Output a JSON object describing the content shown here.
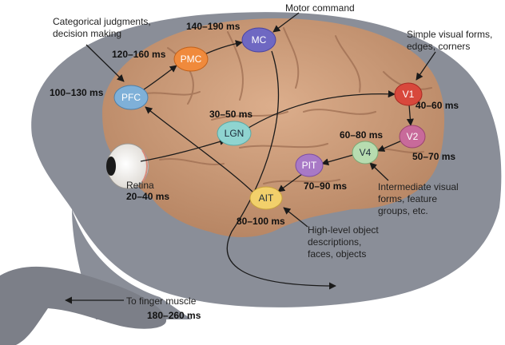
{
  "diagram": {
    "nodes": {
      "pfc": {
        "label": "PFC",
        "time": "100–130 ms",
        "color": "#7fb0d8"
      },
      "pmc": {
        "label": "PMC",
        "time": "120–160 ms",
        "color": "#f08a3c"
      },
      "mc": {
        "label": "MC",
        "time": "140–190 ms",
        "color": "#6f68c2"
      },
      "lgn": {
        "label": "LGN",
        "time": "30–50 ms",
        "color": "#8fd4d0"
      },
      "v1": {
        "label": "V1",
        "time": "40–60 ms",
        "color": "#d8483c"
      },
      "v2": {
        "label": "V2",
        "time": "50–70 ms",
        "color": "#c86a9a"
      },
      "v4": {
        "label": "V4",
        "time": "60–80 ms",
        "color": "#b7dcb0"
      },
      "pit": {
        "label": "PIT",
        "time": "70–90 ms",
        "color": "#a879c6"
      },
      "ait": {
        "label": "AIT",
        "time": "80–100 ms",
        "color": "#f2d06b"
      }
    },
    "annotations": {
      "pfc_line1": "Categorical judgments,",
      "pfc_line2": "decision making",
      "mc": "Motor command",
      "v1_line1": "Simple visual forms,",
      "v1_line2": "edges, corners",
      "v4_line1": "Intermediate visual",
      "v4_line2": "forms, feature",
      "v4_line3": "groups, etc.",
      "ait_line1": "High-level object",
      "ait_line2": "descriptions,",
      "ait_line3": "faces, objects"
    },
    "retina": {
      "label": "Retina",
      "time": "20–40 ms"
    },
    "muscle": {
      "label": "To finger muscle",
      "time": "180–260 ms"
    },
    "colors": {
      "head": "#8a8e98",
      "brain": "#c99878",
      "brain_fold": "#9e6e52",
      "eye": "#f2efea",
      "hand": "#7c7f88"
    }
  }
}
